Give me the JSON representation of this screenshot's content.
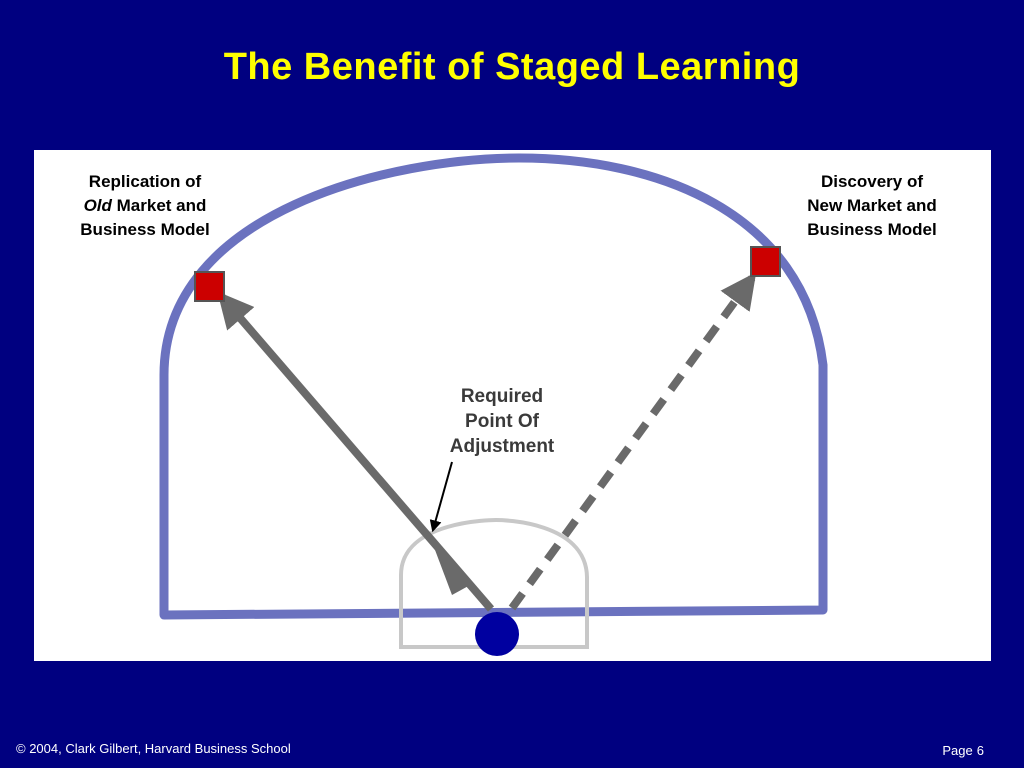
{
  "slide": {
    "title": "The Benefit of Staged Learning",
    "labels": {
      "old_market": {
        "line1": "Replication of",
        "line2_emphasis": "Old",
        "line2_rest": " Market and",
        "line3": "Business Model"
      },
      "new_market": {
        "line1": "Discovery of",
        "line2": "New Market and",
        "line3": "Business Model"
      },
      "adjustment": {
        "line1": "Required",
        "line2": "Point Of",
        "line3": "Adjustment"
      }
    },
    "colors": {
      "background": "#000080",
      "title": "#ffff00",
      "outer_boundary": "#6b72bf",
      "inner_boundary": "#c8c8c8",
      "arrow": "#6a6a6a",
      "marker_fill": "#cc0000",
      "origin_dot": "#0000a0"
    }
  },
  "footer": {
    "copyright": "© 2004, Clark Gilbert, Harvard Business School",
    "page_label": "Page",
    "page_number": "6"
  }
}
